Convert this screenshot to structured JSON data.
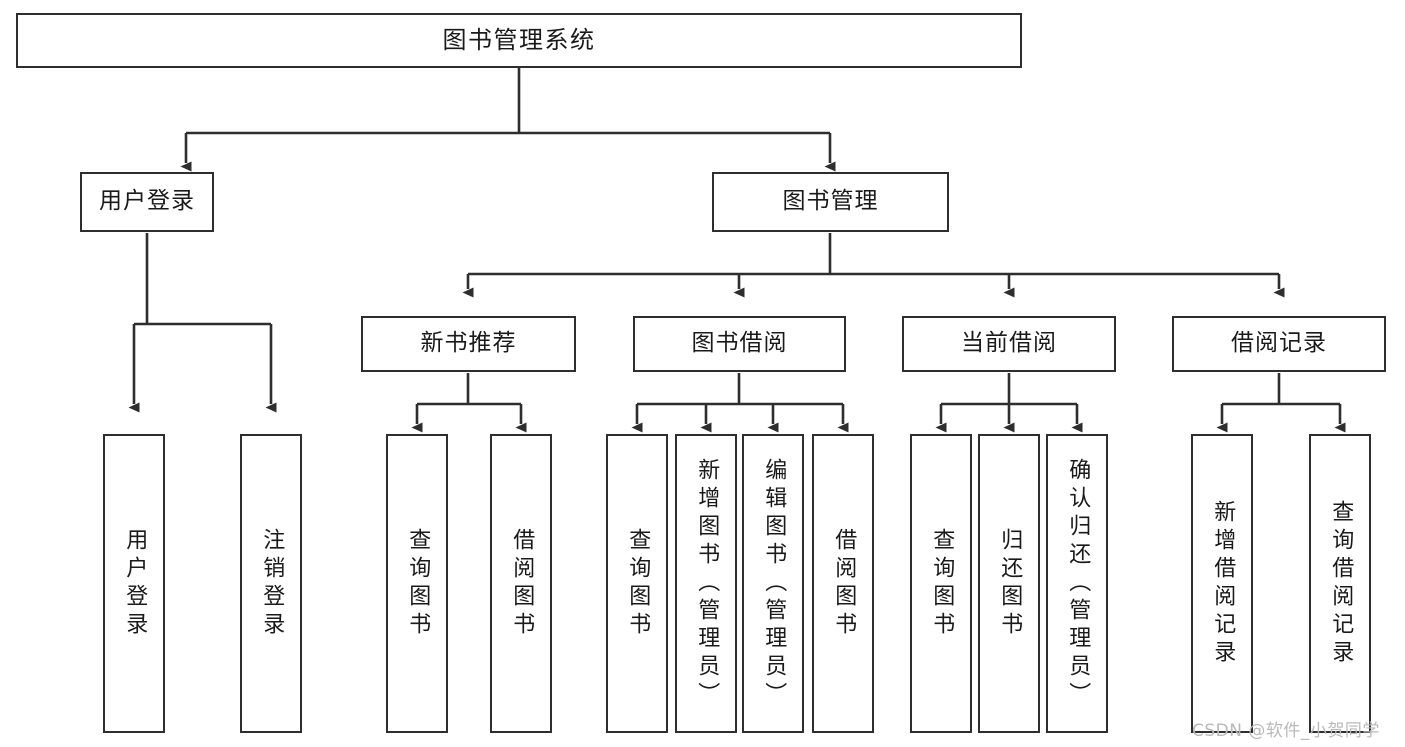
{
  "diagram": {
    "title": "图书管理系统",
    "type": "hierarchy-tree",
    "orientation": "top-down",
    "colors": {
      "background": "#ffffff",
      "node_fill": "#ffffff",
      "node_stroke": "#2e2e2e",
      "edge_stroke": "#2e2e2e",
      "text": "#1a1a1a",
      "watermark": "#b9b9b9"
    },
    "levels": {
      "root": [
        "图书管理系统"
      ],
      "level2": [
        "用户登录",
        "图书管理"
      ],
      "level3": [
        "新书推荐",
        "图书借阅",
        "当前借阅",
        "借阅记录"
      ],
      "leaves": [
        "用户登录",
        "注销登录",
        "查询图书",
        "借阅图书",
        "查询图书",
        "新增图书（管理员）",
        "编辑图书（管理员）",
        "借阅图书",
        "查询图书",
        "归还图书",
        "确认归还（管理员）",
        "新增借阅记录",
        "查询借阅记录"
      ]
    },
    "tree": {
      "label": "图书管理系统",
      "children": [
        {
          "label": "用户登录",
          "children": [
            {
              "label": "用户登录"
            },
            {
              "label": "注销登录"
            }
          ]
        },
        {
          "label": "图书管理",
          "children": [
            {
              "label": "新书推荐",
              "children": [
                {
                  "label": "查询图书"
                },
                {
                  "label": "借阅图书"
                }
              ]
            },
            {
              "label": "图书借阅",
              "children": [
                {
                  "label": "查询图书"
                },
                {
                  "label": "新增图书（管理员）"
                },
                {
                  "label": "编辑图书（管理员）"
                },
                {
                  "label": "借阅图书"
                }
              ]
            },
            {
              "label": "当前借阅",
              "children": [
                {
                  "label": "查询图书"
                },
                {
                  "label": "归还图书"
                },
                {
                  "label": "确认归还（管理员）"
                }
              ]
            },
            {
              "label": "借阅记录",
              "children": [
                {
                  "label": "新增借阅记录"
                },
                {
                  "label": "查询借阅记录"
                }
              ]
            }
          ]
        }
      ]
    },
    "nodes": {
      "root": "图书管理系统",
      "n_user_login": "用户登录",
      "n_book_mgmt": "图书管理",
      "n_new_book_rec": "新书推荐",
      "n_book_borrow": "图书借阅",
      "n_current_borrow": "当前借阅",
      "n_borrow_record": "借阅记录",
      "l_user_login": "用户登录",
      "l_logout": "注销登录",
      "l_query_book_1": "查询图书",
      "l_borrow_book_1": "借阅图书",
      "l_query_book_2": "查询图书",
      "l_add_book": "新增图书（管理员）",
      "l_edit_book": "编辑图书（管理员）",
      "l_borrow_book_2": "借阅图书",
      "l_query_book_3": "查询图书",
      "l_return_book": "归还图书",
      "l_confirm_return": "确认归还（管理员）",
      "l_add_record": "新增借阅记录",
      "l_query_record": "查询借阅记录"
    },
    "watermark": "CSDN @软件_小贺同学"
  }
}
